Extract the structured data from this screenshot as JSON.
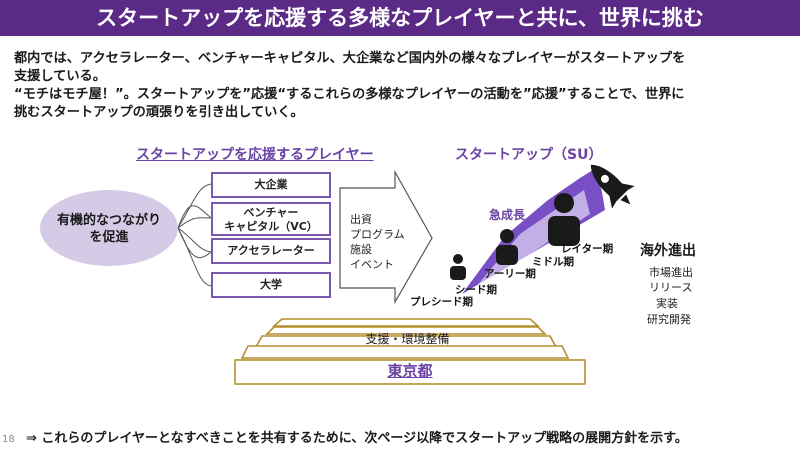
{
  "title": "スタートアップを応援する多様なプレイヤーと共に、世界に挑む",
  "intro": {
    "line1": "都内では、アクセラレーター、ベンチャーキャピタル、大企業など国内外の様々なプレイヤーがスタートアップを",
    "line2": "支援している。",
    "line3": "“モチはモチ屋！”。スタートアップを”応援“するこれらの多様なプレイヤーの活動を”応援”することで、世界に",
    "line4": "挑むスタートアップの頑張りを引き出していく。"
  },
  "left_section": {
    "label": "スタートアップを応援するプレイヤー",
    "ellipse_line1": "有機的なつながり",
    "ellipse_line2": "を促進",
    "players": [
      "大企業",
      "ベンチャー",
      "キャピタル（VC）",
      "アクセラレーター",
      "大学"
    ],
    "arrow_items": [
      "出資",
      "プログラム",
      "施設",
      "イベント"
    ]
  },
  "base": {
    "floor_label": "支援・環境整備",
    "tokyo_label": "東京都"
  },
  "right_section": {
    "label": "スタートアップ（SU）",
    "growth_label": "急成長",
    "stages": [
      "プレシード期",
      "シード期",
      "アーリー期",
      "ミドル期",
      "レイター期"
    ],
    "overseas_title": "海外進出",
    "overseas_items": [
      "市場進出",
      "リリース",
      "実装",
      "研究開発"
    ]
  },
  "colors": {
    "accent": "#5b2a86",
    "purple_label": "#6a44a5",
    "ellipse": "#d6cbe6",
    "gold": "#b58f2f"
  },
  "footer": {
    "conclusion": "⇒ これらのプレイヤーとなすべきことを共有するために、次ページ以降でスタートアップ戦略の展開方針を示す。",
    "page_number": "18"
  }
}
